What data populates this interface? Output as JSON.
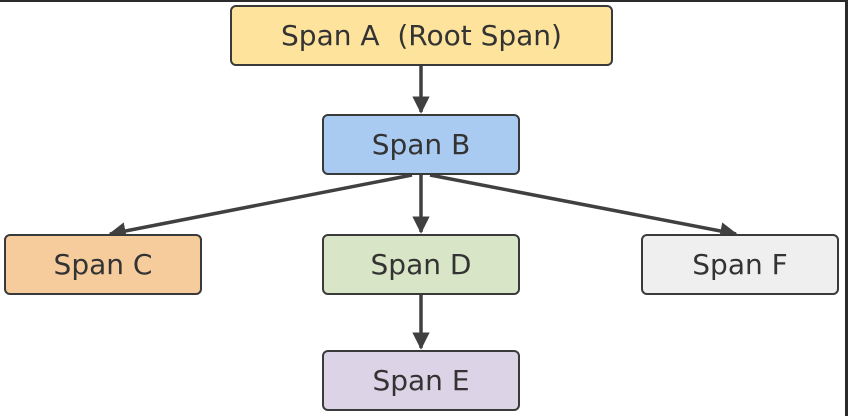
{
  "nodes": [
    {
      "id": "a",
      "label": "Span A  (Root Span)",
      "fill": "#fde39b"
    },
    {
      "id": "b",
      "label": "Span B",
      "fill": "#a9cbf2"
    },
    {
      "id": "c",
      "label": "Span C",
      "fill": "#f6cc9d"
    },
    {
      "id": "d",
      "label": "Span D",
      "fill": "#d8e5c6"
    },
    {
      "id": "f",
      "label": "Span F",
      "fill": "#efefef"
    },
    {
      "id": "e",
      "label": "Span E",
      "fill": "#dcd4e6"
    }
  ],
  "edges": [
    {
      "from": "a",
      "to": "b"
    },
    {
      "from": "b",
      "to": "c"
    },
    {
      "from": "b",
      "to": "d"
    },
    {
      "from": "b",
      "to": "f"
    },
    {
      "from": "d",
      "to": "e"
    }
  ],
  "colors": {
    "border": "#3a3a3a",
    "edge": "#404040",
    "text": "#333333"
  }
}
